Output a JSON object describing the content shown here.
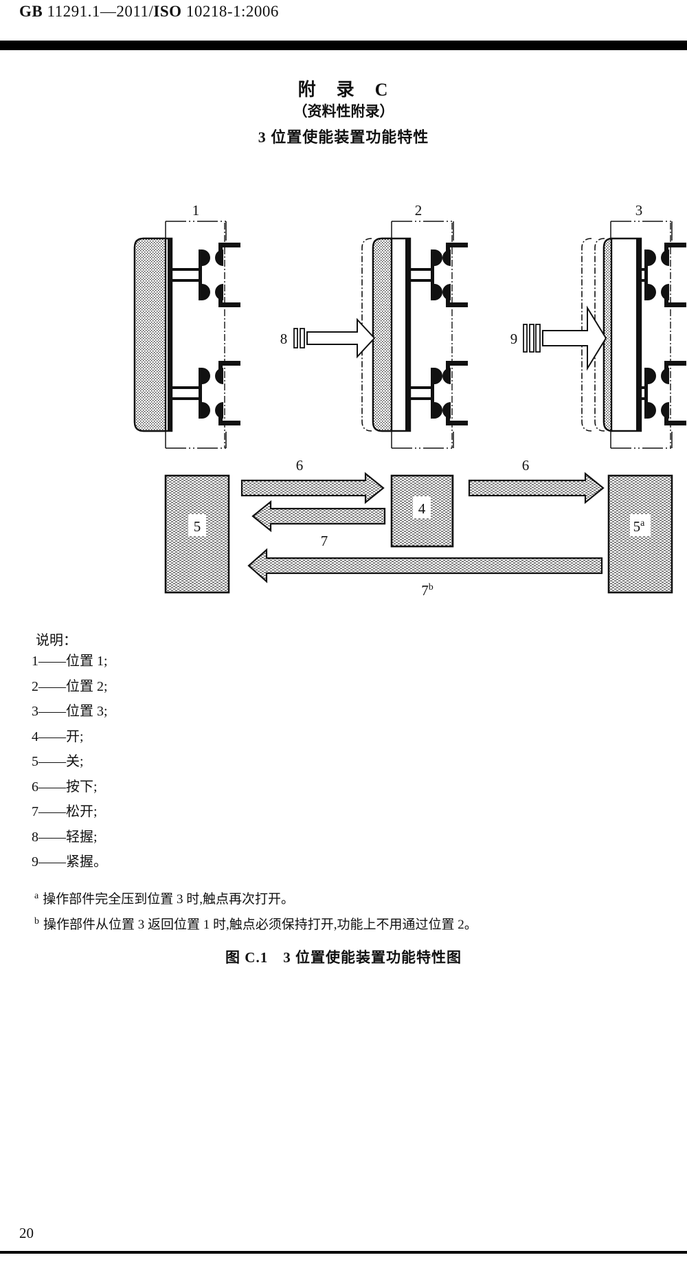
{
  "page": {
    "header_gb": "GB",
    "header_num": " 11291.1—2011/",
    "header_iso": "ISO",
    "header_rest": " 10218-1:2006",
    "page_number": "20"
  },
  "titles": {
    "appendix": "附　录　C",
    "appendix_type": "（资料性附录）",
    "subject": "3 位置使能装置功能特性"
  },
  "diagram": {
    "labels": {
      "pos1": "1",
      "pos2": "2",
      "pos3": "3",
      "on_state": "4",
      "off_state": "5",
      "off_state2_base": "5",
      "off_state2_sup": "a",
      "press_left": "6",
      "press_right": "6",
      "release": "7",
      "release_long_base": "7",
      "release_long_sup": "b",
      "light_grip": "8",
      "tight_grip": "9"
    }
  },
  "legend": {
    "heading": "说明：",
    "items": [
      "1——位置 1;",
      "2——位置 2;",
      "3——位置 3;",
      "4——开;",
      "5——关;",
      "6——按下;",
      "7——松开;",
      "8——轻握;",
      "9——紧握。"
    ],
    "footnotes": [
      {
        "marker": "a",
        "text": "操作部件完全压到位置 3 时,触点再次打开。"
      },
      {
        "marker": "b",
        "text": "操作部件从位置 3 返回位置 1 时,触点必须保持打开,功能上不用通过位置 2。"
      }
    ]
  },
  "caption": "图 C.1　3 位置使能装置功能特性图"
}
